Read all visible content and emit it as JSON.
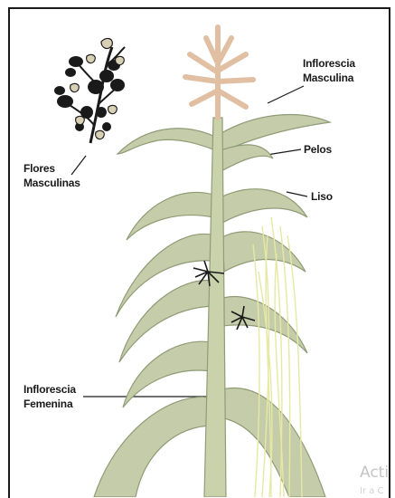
{
  "labels": {
    "male_inflorescence": [
      "Inflorescia",
      "Masculina"
    ],
    "hairs": "Pelos",
    "smooth": "Liso",
    "male_flowers": [
      "Flores",
      "Masculinas"
    ],
    "female_inflorescence": [
      "Inflorescia",
      "Femenina"
    ]
  },
  "watermark": {
    "line1": "Acti",
    "line2": "Ir a C"
  },
  "colors": {
    "leaf": "#c4ccaa",
    "leaf_dark": "#8f9c76",
    "tassel": "#e8c8ad",
    "silk": "#e6e8a4",
    "line": "#1a1a1a"
  }
}
